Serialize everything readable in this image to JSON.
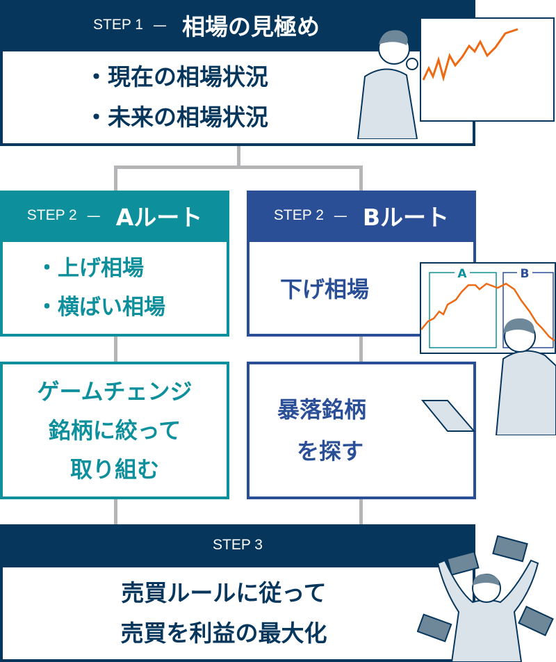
{
  "colors": {
    "navy": "#06365c",
    "teal": "#0e8f9c",
    "blue": "#2a4f97",
    "orange": "#ee6a12",
    "connector": "#b5b5b8"
  },
  "step1": {
    "label": "STEP 1",
    "dash": "—",
    "title": "相場の見極め",
    "items": [
      "・現在の相場状況",
      "・未来の相場状況"
    ]
  },
  "routeA": {
    "label": "STEP 2",
    "dash": "—",
    "title": "Aルート",
    "items": [
      "・上げ相場",
      "・横ばい相場"
    ],
    "action": [
      "ゲームチェンジ",
      "銘柄に絞って",
      "取り組む"
    ]
  },
  "routeB": {
    "label": "STEP 2",
    "dash": "—",
    "title": "Bルート",
    "items": [
      "下げ相場"
    ],
    "action": [
      "暴落銘柄",
      "を探す"
    ]
  },
  "step3": {
    "label": "STEP 3",
    "lines": [
      "売買ルールに従って",
      "売買を利益の最大化"
    ]
  },
  "chart": {
    "labels": [
      "A",
      "B"
    ]
  }
}
